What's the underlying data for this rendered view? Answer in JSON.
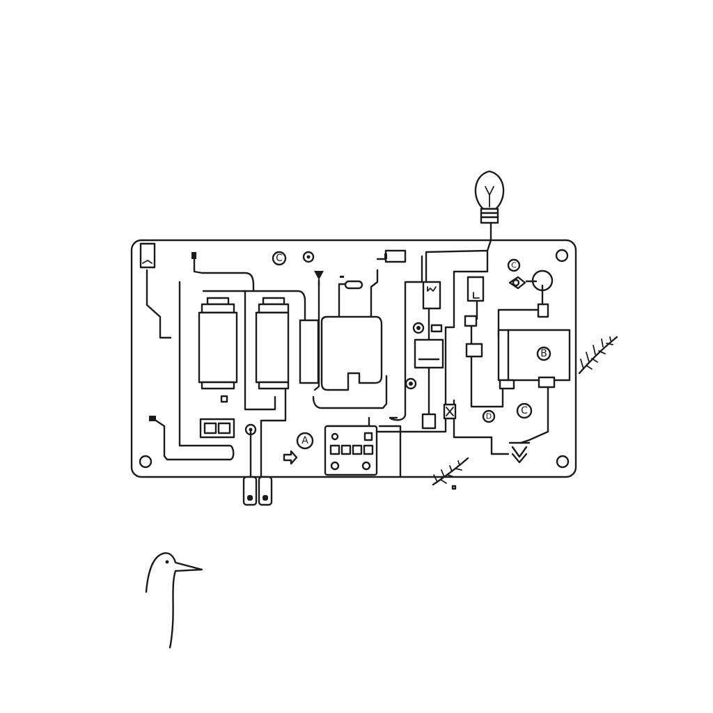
{
  "diagram": {
    "labels": {
      "a": "A",
      "b": "B",
      "c_top": "C",
      "c_mid": "C",
      "c_right": "C",
      "d": "D"
    }
  }
}
